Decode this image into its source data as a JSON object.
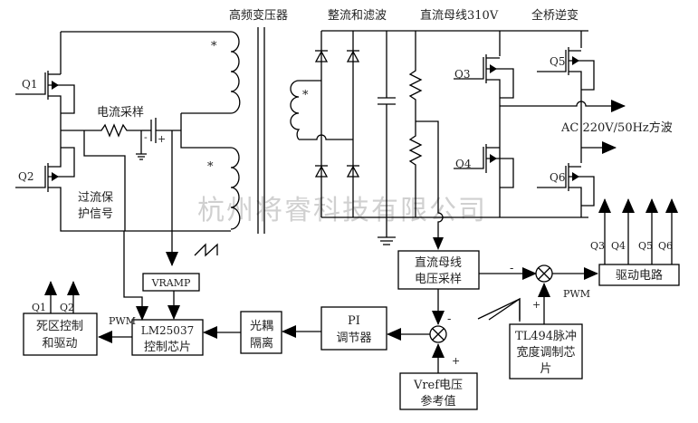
{
  "title_labels": {
    "transformer": "高频变压器",
    "rectifier": "整流和滤波",
    "dc_bus": "直流母线310V",
    "inverter": "全桥逆变",
    "current_sample": "电流采样",
    "overcurrent": [
      "过流保",
      "护信号"
    ],
    "ac_output": "AC 220V/50Hz方波"
  },
  "transistors": [
    "Q1",
    "Q2",
    "Q3",
    "Q4",
    "Q5",
    "Q6"
  ],
  "polarity": {
    "plus": "+",
    "minus": "-",
    "dot": "*"
  },
  "blocks": {
    "vramp": "VRAMP",
    "deadzone": [
      "死区控制",
      "和驱动"
    ],
    "lm25037": [
      "LM25037",
      "控制芯片"
    ],
    "optocoupler": [
      "光耦",
      "隔离"
    ],
    "pi": [
      "PI",
      "调节器"
    ],
    "vref": [
      "Vref电压",
      "参考值"
    ],
    "bus_sample": [
      "直流母线",
      "电压采样"
    ],
    "tl494": [
      "TL494脉冲",
      "宽度调制芯",
      "片"
    ],
    "driver": "驱动电路"
  },
  "signals": {
    "pwm_left": "PWM",
    "pwm_right": "PWM",
    "deadzone_outputs": [
      "Q1",
      "Q2"
    ],
    "driver_outputs": [
      "Q3",
      "Q4",
      "Q5",
      "Q6"
    ]
  },
  "watermark": "杭州将睿科技有限公司"
}
